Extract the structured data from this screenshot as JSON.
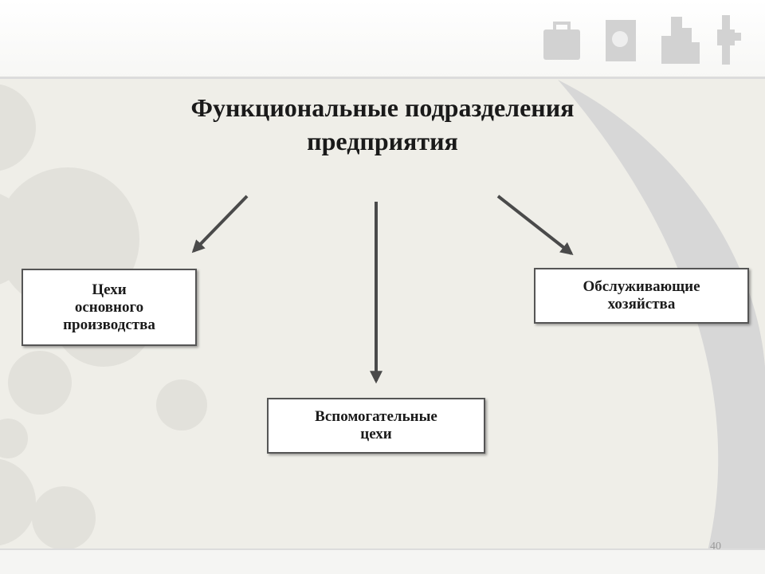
{
  "title": {
    "line1": "Функциональные подразделения",
    "line2": "предприятия"
  },
  "boxes": {
    "left": {
      "line1": "Цехи",
      "line2": "основного",
      "line3": "производства"
    },
    "center": {
      "line1": "Вспомогательные",
      "line2": "цехи"
    },
    "right": {
      "line1": "Обслуживающие",
      "line2": "хозяйства"
    }
  },
  "page_number": "40",
  "decoration_icons": [
    "briefcase-icon",
    "document-icon",
    "buildings-icon",
    "tower-icon"
  ],
  "colors": {
    "background": "#efeee8",
    "header": "#ffffff",
    "box_border": "#555555",
    "arrow": "#4a4a4a"
  }
}
